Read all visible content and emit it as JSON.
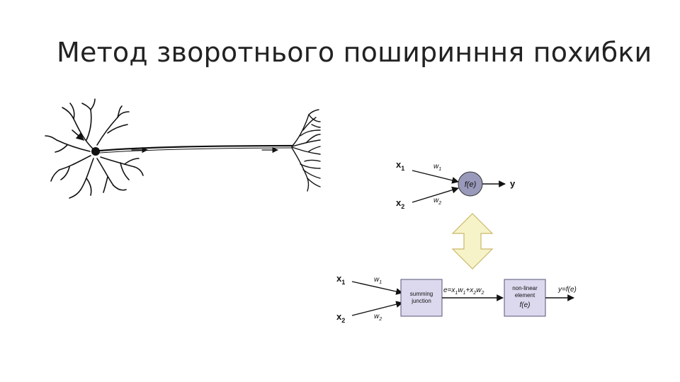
{
  "slide": {
    "title": "Метод зворотнього поширинння похибки"
  },
  "colors": {
    "neuron_fill": "#9999bb",
    "box_fill": "#dcd8ee",
    "box_stroke": "#555577",
    "arrow_fill": "#f7f3c8",
    "arrow_stroke": "#c9b96a",
    "ink": "#111111"
  },
  "single_neuron": {
    "inputs": [
      {
        "x_main": "x",
        "x_sub": "1",
        "w_main": "w",
        "w_sub": "1"
      },
      {
        "x_main": "x",
        "x_sub": "2",
        "w_main": "w",
        "w_sub": "2"
      }
    ],
    "node_label": "f(e)",
    "output_label": "y"
  },
  "block_diagram": {
    "inputs": [
      {
        "x_main": "x",
        "x_sub": "1",
        "w_main": "w",
        "w_sub": "1"
      },
      {
        "x_main": "x",
        "x_sub": "2",
        "w_main": "w",
        "w_sub": "2"
      }
    ],
    "summing_line1": "summing",
    "summing_line2": "junction",
    "equation": {
      "p1": "e=x",
      "s1": "1",
      "p2": "w",
      "s2": "1",
      "p3": "+x",
      "s3": "2",
      "p4": "w",
      "s4": "2"
    },
    "nonlinear_line1": "non-linear",
    "nonlinear_line2": "element",
    "nonlinear_line3": "f(e)",
    "output_label": "y=f(e)"
  },
  "icons": {
    "neuron": "biological-neuron-icon",
    "equivalence": "double-headed-arrow-icon"
  }
}
